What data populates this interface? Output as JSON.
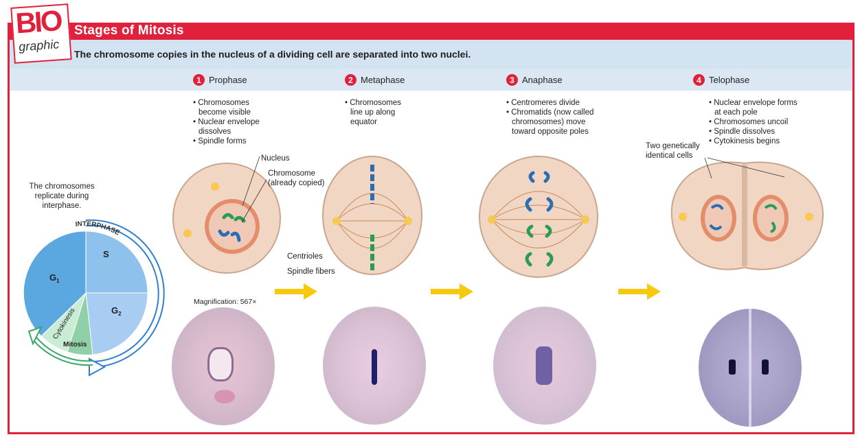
{
  "header": {
    "logo_bio": "BIO",
    "logo_graphic": "graphic",
    "title": "Stages of Mitosis",
    "subtitle": "The chromosome copies in the nucleus of a dividing cell are separated into two nuclei."
  },
  "cycle": {
    "note": "The chromosomes replicate during interphase.",
    "interphase": "INTERPHASE",
    "g1": "G",
    "g1_sub": "1",
    "s": "S",
    "g2": "G",
    "g2_sub": "2",
    "cytokinesis": "Cytokinesis",
    "mitosis": "Mitosis",
    "colors": {
      "g1": "#5ba8e0",
      "s": "#8ec1ec",
      "g2": "#a9cdf2",
      "cytokinesis": "#c9ecd4",
      "mitosis": "#8fd0a8",
      "ring": "#2f7fcf",
      "green_ring": "#3aa86a"
    }
  },
  "stages": [
    {
      "num": "1",
      "name": "Prophase",
      "bullets": [
        "Chromosomes become visible",
        "Nuclear envelope dissolves",
        "Spindle forms"
      ]
    },
    {
      "num": "2",
      "name": "Metaphase",
      "bullets": [
        "Chromosomes line up along equator"
      ]
    },
    {
      "num": "3",
      "name": "Anaphase",
      "bullets": [
        "Centromeres divide",
        "Chromatids (now called chromosomes) move toward opposite poles"
      ]
    },
    {
      "num": "4",
      "name": "Telophase",
      "bullets": [
        "Nuclear envelope forms at each pole",
        "Chromosomes uncoil",
        "Spindle dissolves",
        "Cytokinesis begins"
      ]
    }
  ],
  "labels": {
    "nucleus": "Nucleus",
    "chromosome": "Chromosome (already copied)",
    "centrioles": "Centrioles",
    "spindle_fibers": "Spindle fibers",
    "two_cells": "Two genetically identical cells",
    "magnification": "Magnification: 567×"
  },
  "colors": {
    "accent": "#e1203b",
    "band": "#d4e3f1",
    "arrow": "#f6c90e",
    "cell": "#f1d6c4",
    "nucleus": "#e0805a",
    "chrom_blue": "#2a6db5",
    "chrom_green": "#2a9a55"
  }
}
